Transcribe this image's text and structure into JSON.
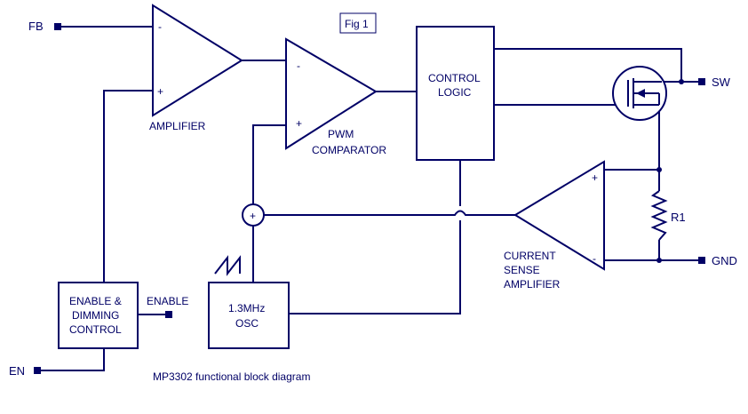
{
  "figure_label": "Fig 1",
  "caption": "MP3302 functional block diagram",
  "pins": {
    "fb": "FB",
    "en": "EN",
    "sw": "SW",
    "gnd": "GND",
    "enable": "ENABLE"
  },
  "blocks": {
    "amplifier": {
      "label": "AMPLIFIER",
      "minus": "-",
      "plus": "+"
    },
    "pwm": {
      "line1": "PWM",
      "line2": "COMPARATOR",
      "minus": "-",
      "plus": "+"
    },
    "control_logic": {
      "line1": "CONTROL",
      "line2": "LOGIC"
    },
    "current_sense": {
      "line1": "CURRENT",
      "line2": "SENSE",
      "line3": "AMPLIFIER",
      "plus": "+",
      "minus": "-"
    },
    "enable_dimming": {
      "line1": "ENABLE &",
      "line2": "DIMMING",
      "line3": "CONTROL"
    },
    "osc": {
      "line1": "1.3MHz",
      "line2": "OSC"
    },
    "summer": {
      "symbol": "+"
    }
  },
  "resistor": {
    "label": "R1"
  },
  "colors": {
    "ink": "#000066",
    "background": "#ffffff"
  }
}
